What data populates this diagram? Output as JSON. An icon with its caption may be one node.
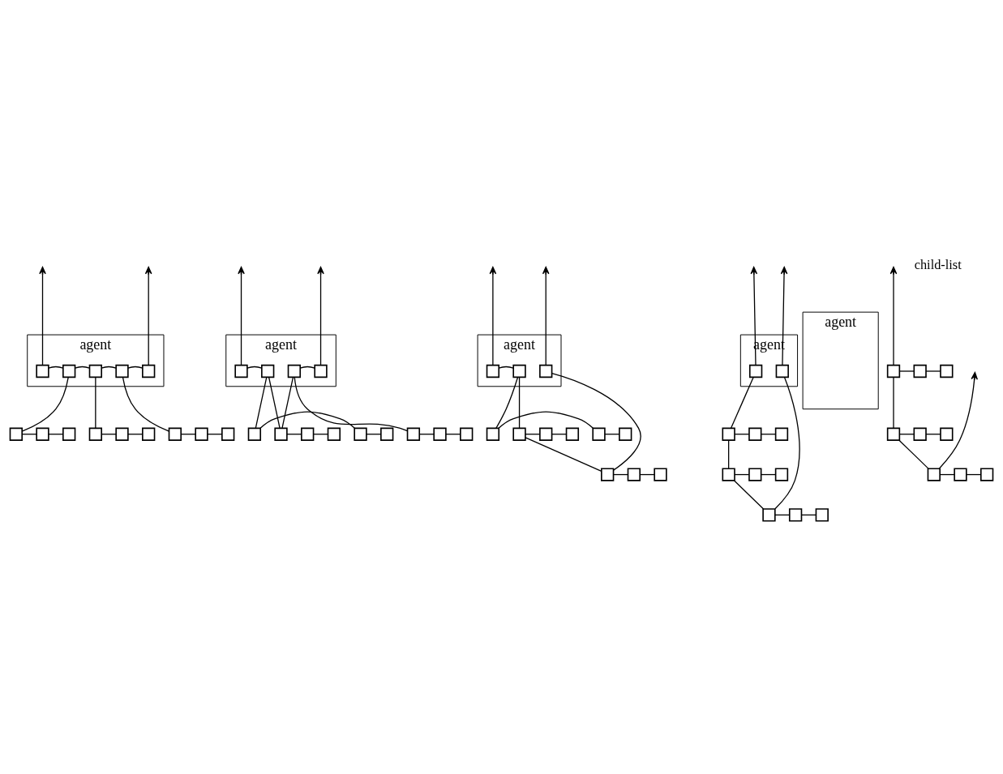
{
  "diagram": {
    "nodes": [
      {
        "text": [
          "agent"
        ]
      },
      {
        "text": [],
        "shape": "box",
        "in": 0
      },
      {
        "text": [],
        "shape": "box",
        "in": 0
      },
      {
        "text": [],
        "shape": "box",
        "in": 0
      },
      {
        "text": [],
        "shape": "box",
        "in": 0
      },
      {
        "text": [],
        "shape": "box",
        "in": 0
      },
      {
        "text": [],
        "shape": "box"
      },
      {
        "text": [],
        "shape": "box"
      },
      {
        "text": [],
        "shape": "box"
      },
      {
        "text": [],
        "shape": "box"
      },
      {
        "text": [],
        "shape": "box"
      },
      {
        "text": [],
        "shape": "box"
      },
      {
        "text": [],
        "shape": "box"
      },
      {
        "text": [],
        "shape": "box"
      },
      {
        "text": [],
        "shape": "box"
      },
      {
        "text": [
          "agent"
        ]
      },
      {
        "text": [],
        "shape": "box",
        "in": 15
      },
      {
        "text": [],
        "shape": "box",
        "in": 15
      },
      {
        "text": [],
        "shape": "box",
        "in": 15
      },
      {
        "text": [],
        "shape": "box",
        "in": 15
      },
      {
        "text": [],
        "shape": "box"
      },
      {
        "text": [],
        "shape": "box"
      },
      {
        "text": [],
        "shape": "box"
      },
      {
        "text": [],
        "shape": "box"
      },
      {
        "text": [],
        "shape": "box"
      },
      {
        "text": [],
        "shape": "box"
      },
      {
        "text": [],
        "shape": "box"
      },
      {
        "text": [],
        "shape": "box"
      },
      {
        "text": [],
        "shape": "box"
      },
      {
        "text": [
          "agent"
        ]
      },
      {
        "text": [],
        "shape": "box",
        "in": 29
      },
      {
        "text": [],
        "shape": "box",
        "in": 29
      },
      {
        "text": [],
        "shape": "box",
        "in": 29
      },
      {
        "text": [],
        "shape": "box"
      },
      {
        "text": [],
        "shape": "box"
      },
      {
        "text": [],
        "shape": "box"
      },
      {
        "text": [],
        "shape": "box"
      },
      {
        "text": [],
        "shape": "box"
      },
      {
        "text": [],
        "shape": "box"
      },
      {
        "text": [],
        "shape": "box"
      },
      {
        "text": [],
        "shape": "box"
      },
      {
        "text": [],
        "shape": "box"
      },
      {
        "text": [
          "agent"
        ]
      },
      {
        "text": [],
        "shape": "box",
        "in": 42
      },
      {
        "text": [],
        "shape": "box",
        "in": 42
      },
      {
        "text": [],
        "shape": "box"
      },
      {
        "text": [],
        "shape": "box"
      },
      {
        "text": [],
        "shape": "box"
      },
      {
        "text": [],
        "shape": "box"
      },
      {
        "text": [],
        "shape": "box"
      },
      {
        "text": [],
        "shape": "box"
      },
      {
        "text": [],
        "shape": "box"
      },
      {
        "text": [],
        "shape": "box"
      },
      {
        "text": [],
        "shape": "box"
      },
      {
        "text": [
          "agent"
        ]
      },
      {
        "text": [],
        "shape": "box"
      },
      {
        "text": [],
        "shape": "box"
      },
      {
        "text": [],
        "shape": "box"
      },
      {
        "text": [],
        "shape": "box"
      },
      {
        "text": [],
        "shape": "box"
      },
      {
        "text": [],
        "shape": "box"
      },
      {
        "text": [],
        "shape": "box"
      },
      {
        "text": [],
        "shape": "box"
      },
      {
        "text": [],
        "shape": "box"
      }
    ],
    "edges": [
      {
        "from": 1,
        "to": null,
        "arrow": "to"
      },
      {
        "from": 1,
        "to": 2,
        "arrow": "none"
      },
      {
        "from": 2,
        "to": 3,
        "arrow": "none"
      },
      {
        "from": 3,
        "to": 4,
        "arrow": "none"
      },
      {
        "from": 4,
        "to": 5,
        "arrow": "none"
      },
      {
        "from": 5,
        "to": null,
        "arrow": "to"
      },
      {
        "from": 4,
        "to": 6,
        "arrow": "none"
      },
      {
        "from": 3,
        "to": 9,
        "arrow": "none"
      },
      {
        "from": 2,
        "to": 12,
        "arrow": "none"
      },
      {
        "from": 6,
        "to": 7,
        "arrow": "none"
      },
      {
        "from": 7,
        "to": 8,
        "arrow": "none"
      },
      {
        "from": 9,
        "to": 10,
        "arrow": "none"
      },
      {
        "from": 10,
        "to": 11,
        "arrow": "none"
      },
      {
        "from": 12,
        "to": 13,
        "arrow": "none"
      },
      {
        "from": 13,
        "to": 14,
        "arrow": "none"
      },
      {
        "from": 16,
        "to": null,
        "arrow": "to"
      },
      {
        "from": 16,
        "to": 17,
        "arrow": "none"
      },
      {
        "from": 18,
        "to": 19,
        "arrow": "none"
      },
      {
        "from": 19,
        "to": null,
        "arrow": "to"
      },
      {
        "from": 17,
        "to": 26,
        "arrow": "none"
      },
      {
        "from": 17,
        "to": 23,
        "arrow": "none"
      },
      {
        "from": 18,
        "to": 23,
        "arrow": "none"
      },
      {
        "from": 18,
        "to": 20,
        "arrow": "none"
      },
      {
        "from": 20,
        "to": 21,
        "arrow": "none"
      },
      {
        "from": 21,
        "to": 22,
        "arrow": "none"
      },
      {
        "from": 23,
        "to": 24,
        "arrow": "none"
      },
      {
        "from": 24,
        "to": 25,
        "arrow": "none"
      },
      {
        "from": 26,
        "to": 27,
        "arrow": "none"
      },
      {
        "from": 27,
        "to": 28,
        "arrow": "none"
      },
      {
        "from": 30,
        "to": null,
        "arrow": "to"
      },
      {
        "from": 30,
        "to": 31,
        "arrow": "none"
      },
      {
        "from": 32,
        "to": null,
        "arrow": "to"
      },
      {
        "from": 31,
        "to": 39,
        "arrow": "none"
      },
      {
        "from": 31,
        "to": 36,
        "arrow": "none"
      },
      {
        "from": 36,
        "to": 33,
        "arrow": "none"
      },
      {
        "from": 33,
        "to": 32,
        "arrow": "none"
      },
      {
        "from": 33,
        "to": 34,
        "arrow": "none"
      },
      {
        "from": 34,
        "to": 35,
        "arrow": "none"
      },
      {
        "from": 36,
        "to": 37,
        "arrow": "none"
      },
      {
        "from": 37,
        "to": 38,
        "arrow": "none"
      },
      {
        "from": 39,
        "to": 40,
        "arrow": "none"
      },
      {
        "from": 40,
        "to": 41,
        "arrow": "none"
      },
      {
        "from": 43,
        "to": null,
        "arrow": "to"
      },
      {
        "from": 44,
        "to": null,
        "arrow": "to"
      },
      {
        "from": 43,
        "to": 51,
        "arrow": "none"
      },
      {
        "from": 51,
        "to": 48,
        "arrow": "none"
      },
      {
        "from": 48,
        "to": 45,
        "arrow": "none"
      },
      {
        "from": 45,
        "to": 44,
        "arrow": "none"
      },
      {
        "from": 45,
        "to": 46,
        "arrow": "none"
      },
      {
        "from": 46,
        "to": 47,
        "arrow": "none"
      },
      {
        "from": 48,
        "to": 49,
        "arrow": "none"
      },
      {
        "from": 49,
        "to": 50,
        "arrow": "none"
      },
      {
        "from": 51,
        "to": 52,
        "arrow": "none"
      },
      {
        "from": 52,
        "to": 53,
        "arrow": "none"
      },
      {
        "from": 61,
        "to": null,
        "arrow": "to"
      },
      {
        "from": 61,
        "to": 58,
        "arrow": "none"
      },
      {
        "from": 58,
        "to": 55,
        "arrow": "none"
      },
      {
        "from": 55,
        "to": null,
        "arrow": "to"
      },
      {
        "from": 55,
        "to": 56,
        "arrow": "none"
      },
      {
        "from": 56,
        "to": 57,
        "arrow": "none"
      },
      {
        "from": 58,
        "to": 59,
        "arrow": "none"
      },
      {
        "from": 59,
        "to": 60,
        "arrow": "none"
      },
      {
        "from": 61,
        "to": 62,
        "arrow": "none"
      },
      {
        "from": 62,
        "to": 63,
        "arrow": "none"
      }
    ],
    "labels": [
      "child-list"
    ]
  }
}
